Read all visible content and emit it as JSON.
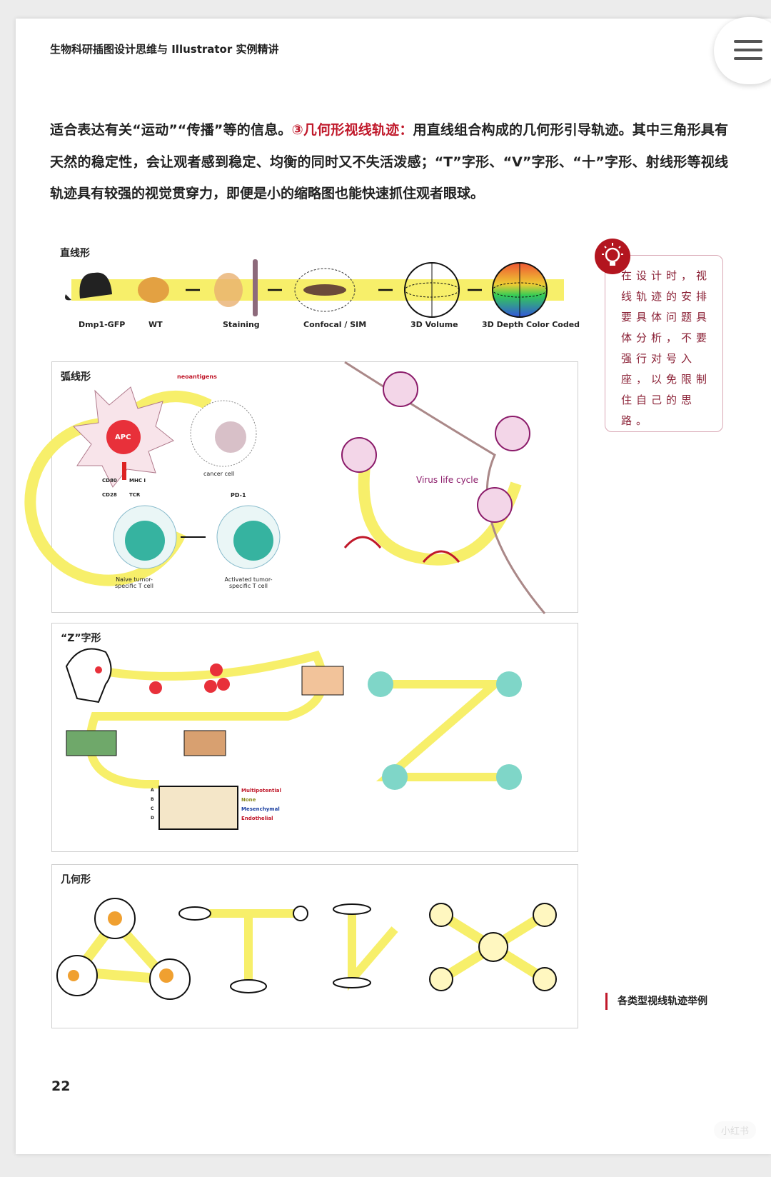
{
  "header": {
    "book_title": "生物科研插图设计思维与 Illustrator 实例精讲"
  },
  "body": {
    "intro": "适合表达有关“运动”“传播”等的信息。",
    "highlight": "③几何形视线轨迹：",
    "rest": "用直线组合构成的几何形引导轨迹。其中三角形具有天然的稳定性，会让观者感到稳定、均衡的同时又不失活泼感；“T”字形、“V”字形、“十”字形、射线形等视线轨迹具有较强的视觉贯穿力，即便是小的缩略图也能快速抓住观者眼球。"
  },
  "figure": {
    "straight": {
      "title": "直线形",
      "labels": [
        "Dmp1-GFP",
        "WT",
        "Staining",
        "Confocal / SIM",
        "3D Volume",
        "3D Depth Color Coded"
      ]
    },
    "arc": {
      "title": "弧线形",
      "labels": {
        "neoantigens": "neoantigens",
        "apc": "APC",
        "cancer": "cancer cell",
        "cd80": "CD80",
        "mhc": "MHC I",
        "cd28": "CD28",
        "tcr": "TCR",
        "pd1": "PD-1",
        "naive": "Naive tumor-specific T cell",
        "activated": "Activated tumor-specific T cell",
        "virus": "Virus life cycle"
      }
    },
    "z": {
      "title": "“Z”字形",
      "legend": [
        "Multipotential",
        "None",
        "Mesenchymal",
        "Endothelial"
      ],
      "rows": [
        "A",
        "B",
        "C",
        "D"
      ]
    },
    "geo": {
      "title": "几何形"
    }
  },
  "note": {
    "text": "在设计时，视线轨迹的安排要具体问题具体分析，不要强行对号入座，以免限制住自己的思路。"
  },
  "caption": "各类型视线轨迹举例",
  "page_number": "22",
  "watermark": "小红书",
  "colors": {
    "accent": "#c0182a",
    "trail": "#f7ef6a"
  }
}
